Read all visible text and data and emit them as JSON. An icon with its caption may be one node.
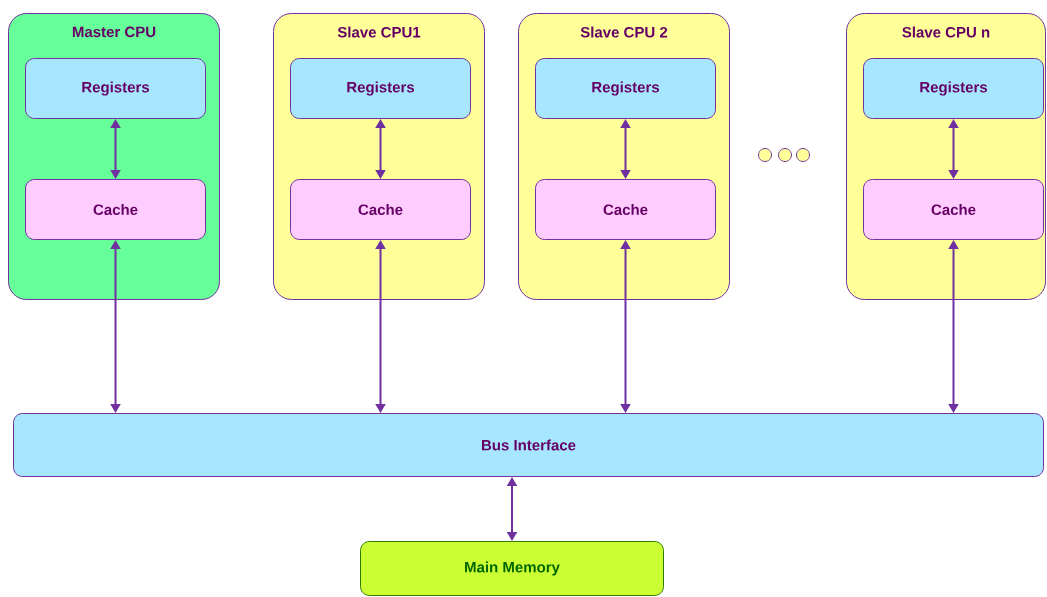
{
  "diagram": {
    "nodes": [
      {
        "text": [
          "Master CPU"
        ]
      },
      {
        "text": [
          "Registers"
        ],
        "in": 0
      },
      {
        "text": [
          "Cache"
        ],
        "in": 0
      },
      {
        "text": [
          "Slave CPU1"
        ]
      },
      {
        "text": [
          "Registers"
        ],
        "in": 3
      },
      {
        "text": [
          "Cache"
        ],
        "in": 3
      },
      {
        "text": [
          "Slave CPU 2"
        ]
      },
      {
        "text": [
          "Registers"
        ],
        "in": 6
      },
      {
        "text": [
          "Cache"
        ],
        "in": 6
      },
      {
        "text": [
          "Slave CPU n"
        ]
      },
      {
        "text": [
          "Registers"
        ],
        "in": 9
      },
      {
        "text": [
          "Cache"
        ],
        "in": 9
      },
      {
        "text": [
          "Bus Interface"
        ]
      },
      {
        "text": [
          "Main Memory"
        ]
      }
    ],
    "edges": [
      {
        "from": 1,
        "to": 2,
        "arrow": "both"
      },
      {
        "from": 4,
        "to": 5,
        "arrow": "both"
      },
      {
        "from": 7,
        "to": 8,
        "arrow": "both"
      },
      {
        "from": 10,
        "to": 11,
        "arrow": "both"
      },
      {
        "from": 2,
        "to": 12,
        "arrow": "both"
      },
      {
        "from": 5,
        "to": 12,
        "arrow": "both"
      },
      {
        "from": 8,
        "to": 12,
        "arrow": "both"
      },
      {
        "from": 11,
        "to": 12,
        "arrow": "both"
      },
      {
        "from": 12,
        "to": 13,
        "arrow": "both"
      }
    ]
  }
}
